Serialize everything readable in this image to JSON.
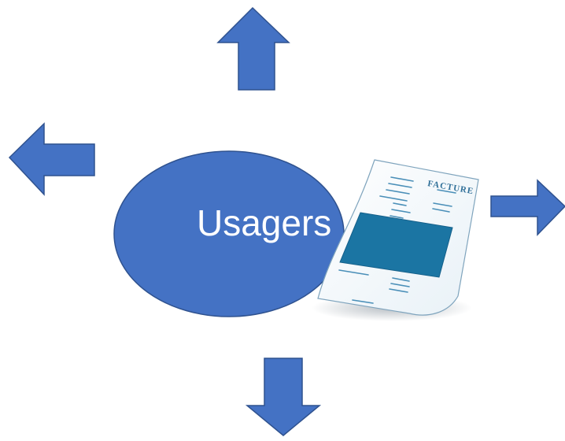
{
  "center": {
    "label": "Usagers"
  },
  "invoice": {
    "label": "FACTURE"
  },
  "arrows": [
    {
      "direction": "up"
    },
    {
      "direction": "left"
    },
    {
      "direction": "right"
    },
    {
      "direction": "down"
    }
  ],
  "colors": {
    "fill": "#4472c4",
    "stroke": "#2f528f",
    "invoice_panel": "#1b75a3",
    "invoice_lines": "#4a8fb8"
  }
}
